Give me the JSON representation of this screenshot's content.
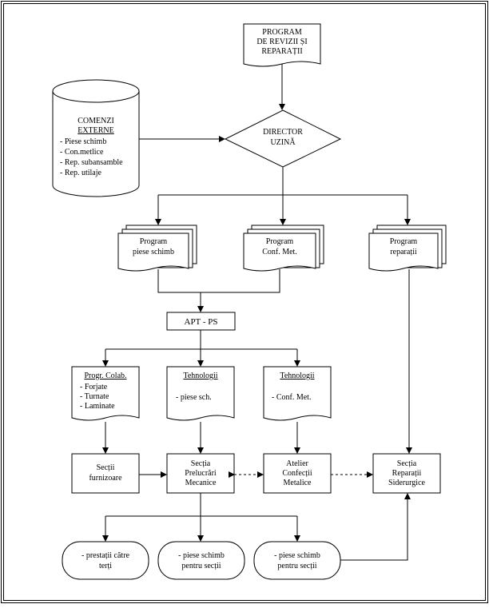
{
  "program_revizii": [
    "PROGRAM",
    "DE REVIZII ȘI",
    "REPARAȚII"
  ],
  "comenzi": {
    "title": [
      "COMENZI",
      "EXTERNE"
    ],
    "items": [
      "- Piese schimb",
      "- Con.metlice",
      "- Rep. subansamble",
      "- Rep. utilaje"
    ]
  },
  "director": [
    "DIRECTOR",
    "UZINĂ"
  ],
  "program_piese": [
    "Program",
    "piese  schimb"
  ],
  "program_conf": [
    "Program",
    "Conf. Met."
  ],
  "program_reparatii": [
    "Program",
    "reparații"
  ],
  "apt": "APT - PS",
  "progr_colab": {
    "title": "Progr. Colab.",
    "items": [
      "- Forjate",
      "- Turnate",
      "- Laminate"
    ]
  },
  "tehnologii_1": {
    "title": "Tehnologii",
    "item": "-  piese sch."
  },
  "tehnologii_2": {
    "title": "Tehnologii",
    "item": "-  Conf. Met."
  },
  "sectii_furnizoare": [
    "Secții",
    "furnizoare"
  ],
  "sectia_prelucrari": [
    "Secția",
    "Prelucrări",
    "Mecanice"
  ],
  "atelier": [
    "Atelier",
    "Confecții",
    "Metalice"
  ],
  "sectia_reparatii": [
    "Secția",
    "Reparații",
    "Siderurgice"
  ],
  "out_prestatii": [
    "- prestații  către",
    "terți"
  ],
  "out_piese_1": [
    "- piese schimb",
    "pentru secții"
  ],
  "out_piese_2": [
    "- piese schimb",
    "pentru secții"
  ]
}
